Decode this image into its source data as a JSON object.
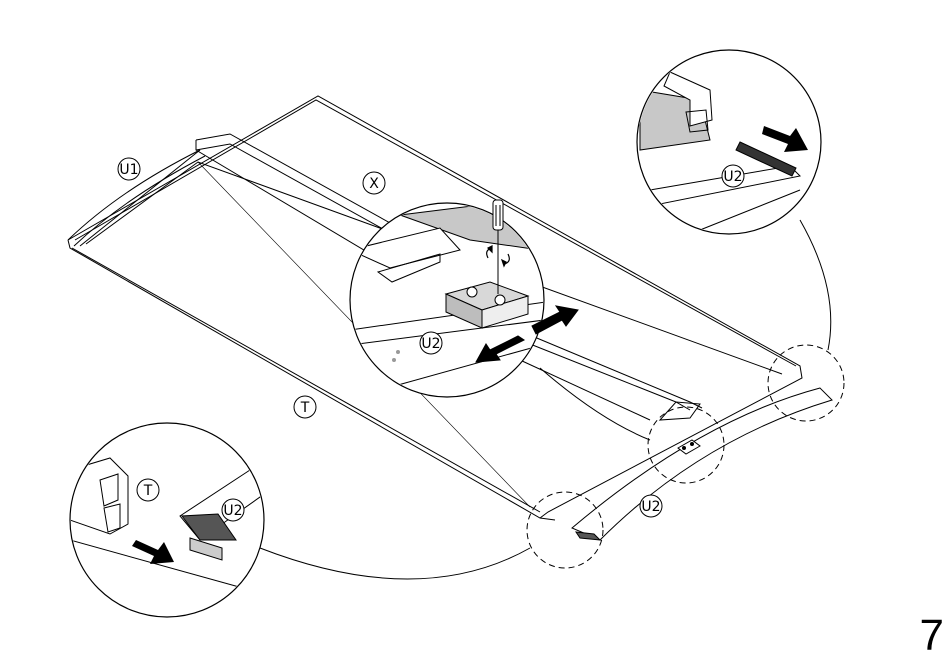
{
  "labels": {
    "u1": "U1",
    "x": "X",
    "t_main": "T",
    "u2_center": "U2",
    "u2_top_right": "U2",
    "u2_curve": "U2",
    "t_bottom_left": "T",
    "u2_bottom_left": "U2"
  },
  "step_number": "7",
  "colors": {
    "line": "#000000",
    "gray_fill": "#c8c8c8",
    "arrow": "#000000"
  }
}
